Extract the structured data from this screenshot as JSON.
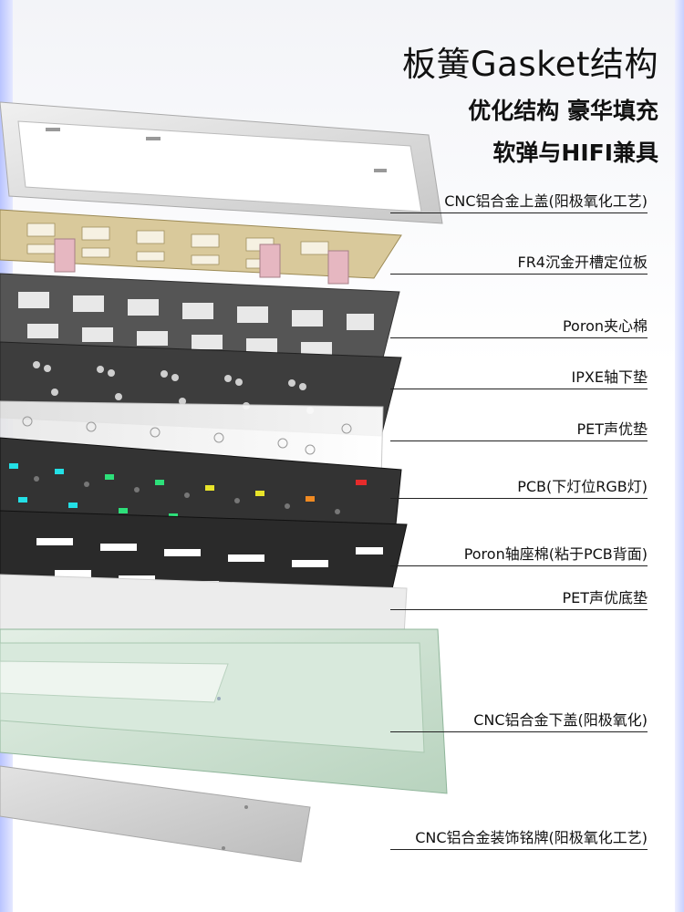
{
  "header": {
    "title": "板簧Gasket结构",
    "subtitle_line1": "优化结构 豪华填充",
    "subtitle_line2": "软弹与HIFI兼具"
  },
  "layers": [
    "CNC铝合金上盖(阳极氧化工艺)",
    "FR4沉金开槽定位板",
    "Poron夹心棉",
    "IPXE轴下垫",
    "PET声优垫",
    "PCB(下灯位RGB灯)",
    "Poron轴座棉(粘于PCB背面)",
    "PET声优底垫",
    "CNC铝合金下盖(阳极氧化)",
    "CNC铝合金装饰铭牌(阳极氧化工艺)"
  ],
  "colors": {
    "top_case": "#dcdcdc",
    "plate": "#c9b98a",
    "poron": "#4a4a4a",
    "ixpe": "#3a3a3a",
    "pet": "#f2f2f2",
    "pcb": "#2f2f2f",
    "bottom_case": "#cfe3d4",
    "badge": "#d6d6d6",
    "edge_blue": "#b9c4ff"
  }
}
